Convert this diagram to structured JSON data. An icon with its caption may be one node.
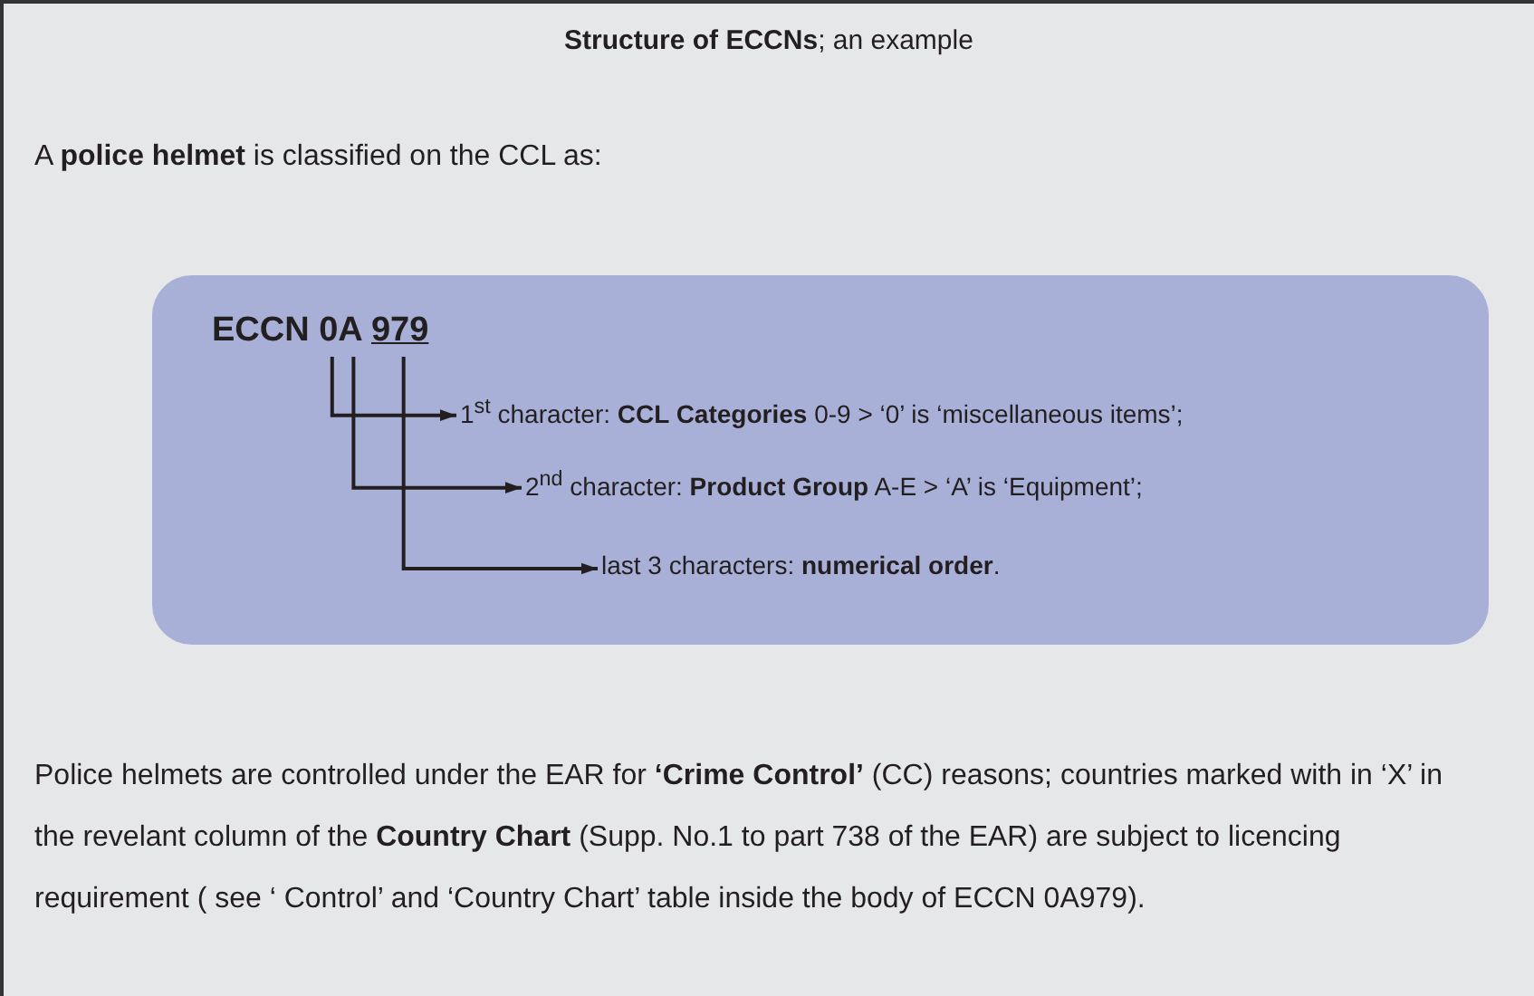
{
  "diagram": {
    "title": "**Structure of ECCNs**; an example",
    "nodes": [
      {
        "text": [],
        "shape": "box"
      },
      {
        "text": [
          "ECCN 0A 979"
        ],
        "in": 0
      },
      {
        "text": [
          "1$^{st}$ character: **CCL Categories** 0-9 > ‘0’ is ‘miscellaneous items’;"
        ],
        "in": 0
      },
      {
        "text": [
          "2$^{nd}$ character: **Product Group** A-E > ‘A’ is ‘Equipment’;"
        ],
        "in": 0
      },
      {
        "text": [
          "last 3 characters: **numerical order**."
        ],
        "in": 0
      }
    ],
    "edges": [
      {
        "from": 1,
        "to": 2,
        "arrow": "to"
      },
      {
        "from": 1,
        "to": 3,
        "arrow": "to"
      },
      {
        "from": 1,
        "to": 4,
        "arrow": "to"
      }
    ],
    "labels": [
      "A **police helmet** is classified on the CCL as:",
      "Police helmets are controlled under the EAR for **‘Crime Control’** (CC) reasons; countries marked with in ‘X’ in the revelant column of the **Country Chart** (Supp. No.1 to part 738 of the EAR) are subject to licencing requirement ( see ‘ Control’ and ‘Country Chart’ table inside the body of ECCN 0A979)."
    ]
  }
}
